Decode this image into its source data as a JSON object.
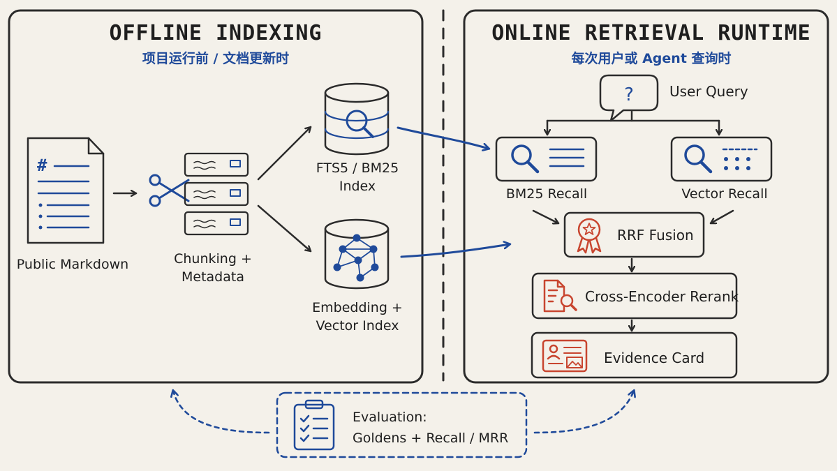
{
  "offline": {
    "title": "OFFLINE INDEXING",
    "subtitle": "项目运行前 / 文档更新时",
    "source_label": "Public Markdown",
    "chunking_line1": "Chunking +",
    "chunking_line2": "Metadata",
    "fts_line1": "FTS5 / BM25",
    "fts_line2": "Index",
    "embed_line1": "Embedding +",
    "embed_line2": "Vector Index"
  },
  "online": {
    "title": "ONLINE RETRIEVAL RUNTIME",
    "subtitle": "每次用户或 Agent 查询时",
    "query_label": "User Query",
    "bm25_recall": "BM25 Recall",
    "vector_recall": "Vector Recall",
    "fusion": "RRF Fusion",
    "rerank": "Cross-Encoder Rerank",
    "evidence": "Evidence Card"
  },
  "evaluation": {
    "line1": "Evaluation:",
    "line2": "Goldens + Recall / MRR"
  },
  "icons": {
    "markdown_doc": "markdown-document-icon",
    "scissors": "scissors-icon",
    "chunk_stack": "chunk-stack-icon",
    "fts_db": "search-database-icon",
    "vector_db": "vector-database-icon",
    "query": "question-bubble-icon",
    "bm25": "search-list-icon",
    "vector": "search-dots-icon",
    "fusion": "award-ribbon-icon",
    "rerank": "document-search-icon",
    "evidence": "id-card-icon",
    "clipboard": "clipboard-checklist-icon"
  },
  "colors": {
    "ink": "#2b2b2b",
    "accent_blue": "#1f4a9a",
    "accent_red": "#c8452f",
    "paper": "#f4f1ea"
  }
}
